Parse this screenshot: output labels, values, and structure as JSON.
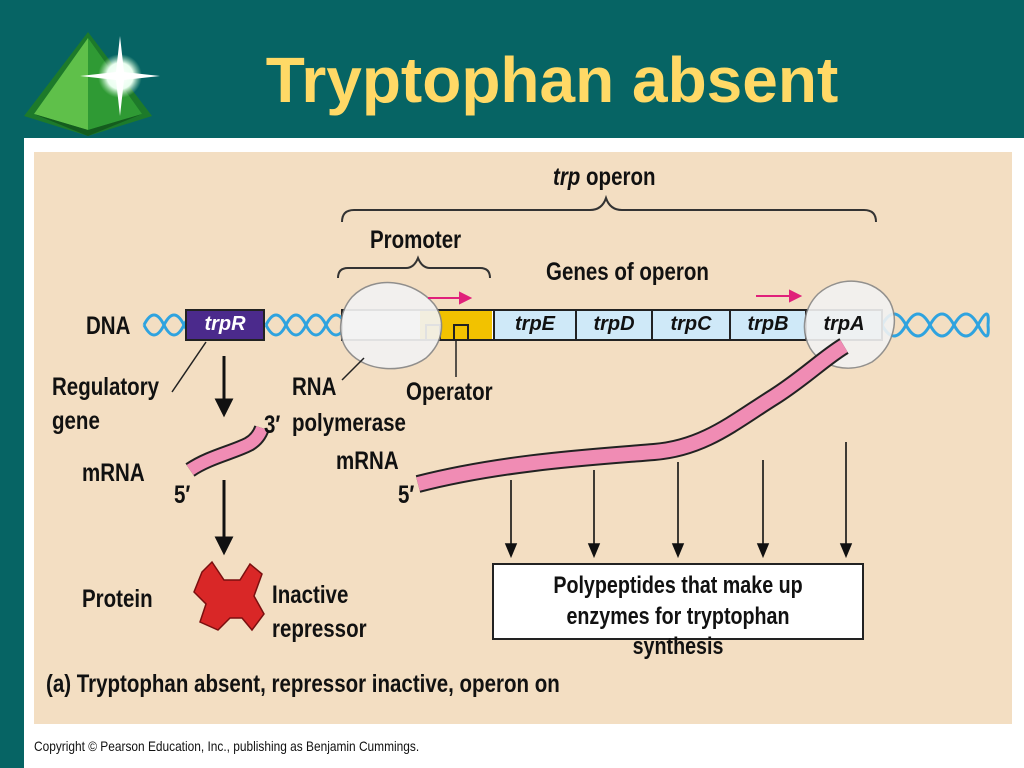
{
  "slide": {
    "title": "Tryptophan absent",
    "copyright": "Copyright © Pearson Education, Inc., publishing as Benjamin Cummings."
  },
  "diagram": {
    "operon_label_italic": "trp",
    "operon_label_rest": " operon",
    "promoter": "Promoter",
    "genes_of_operon": "Genes of operon",
    "dna": "DNA",
    "regulatory_gene_gene": "trpR",
    "structural_genes": [
      "trpE",
      "trpD",
      "trpC",
      "trpB",
      "trpA"
    ],
    "regulatory_gene_label_line1": "Regulatory",
    "regulatory_gene_label_line2": "gene",
    "rna_polymerase_line1": "RNA",
    "rna_polymerase_line2": "polymerase",
    "operator": "Operator",
    "mrna_left": "mRNA",
    "mrna_right": "mRNA",
    "three_prime": "3′",
    "five_prime_left": "5′",
    "five_prime_right": "5′",
    "protein": "Protein",
    "inactive_line1": "Inactive",
    "inactive_line2": "repressor",
    "polypeptides_line1": "Polypeptides that make up",
    "polypeptides_line2": "enzymes for tryptophan synthesis",
    "caption": "(a) Tryptophan absent, repressor inactive, operon on"
  },
  "colors": {
    "background": "#066464",
    "title": "#FFD966",
    "panel": "#F3DEC2",
    "dna_helix": "#2FA3DF",
    "trpR_box": "#4B2A8C",
    "operator": "#F2C200",
    "gene_box": "#CFE9F8",
    "mrna": "#F08CB4",
    "repressor": "#D92727",
    "arrow_pink": "#E0207A"
  }
}
